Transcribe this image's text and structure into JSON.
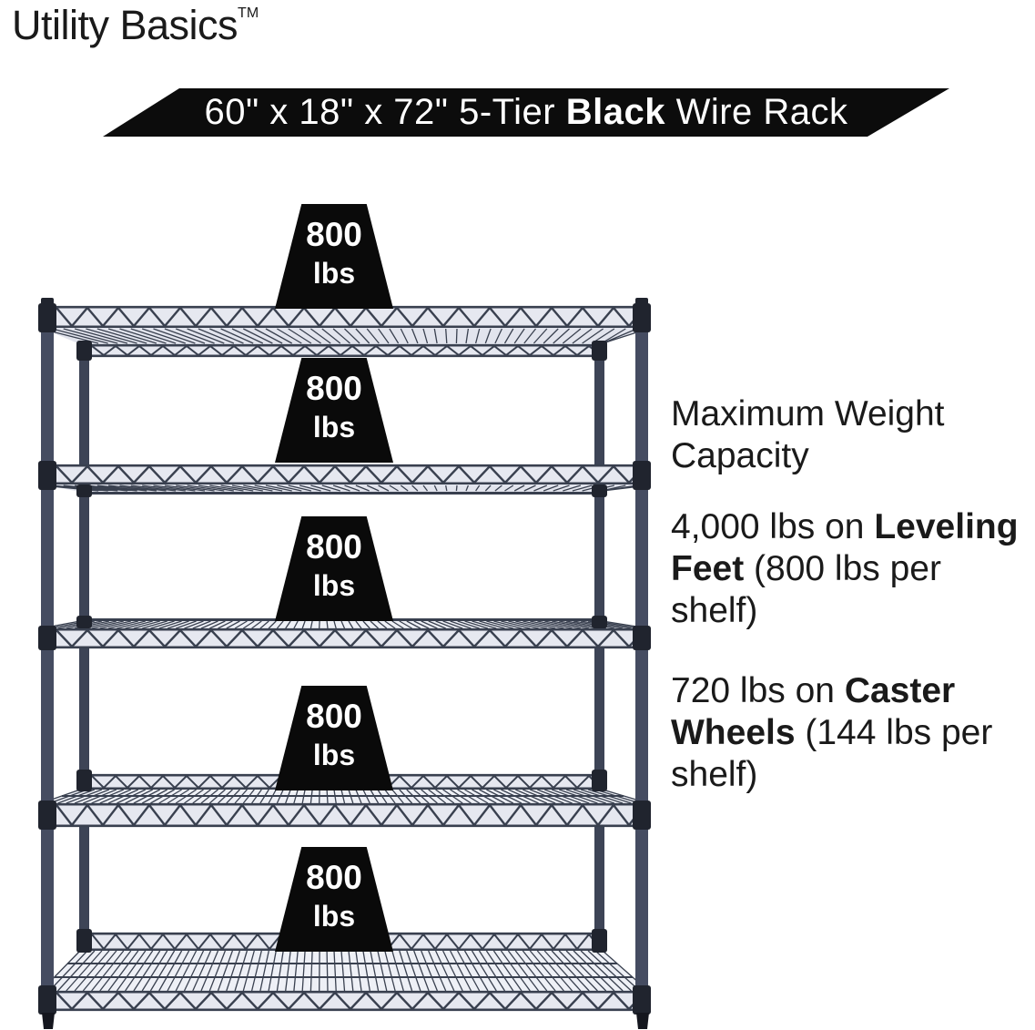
{
  "brand": {
    "name": "Utility Basics",
    "trademark": "TM"
  },
  "banner": {
    "prefix": "60\" x 18\" x 72\" 5-Tier ",
    "bold": "Black",
    "suffix": " Wire Rack"
  },
  "badge": {
    "value": "800",
    "unit": "lbs"
  },
  "info": {
    "heading": "Maximum Weight Capacity",
    "items": [
      {
        "prefix": "4,000 lbs on ",
        "bold": "Leveling Feet",
        "suffix": " (800 lbs per shelf)"
      },
      {
        "prefix": "720 lbs on ",
        "bold": "Caster Wheels",
        "suffix": " (144 lbs per shelf)"
      }
    ]
  },
  "rack": {
    "description": "5-tier black wire shelving rack",
    "tiers": 5
  },
  "colors": {
    "page-bg": "#ffffff",
    "text": "#1a1a1a",
    "banner-bg": "#0c0c0c",
    "banner-text": "#ffffff",
    "badge-bg": "#0a0a0a",
    "badge-text": "#ffffff",
    "rack-metal": "#454c61",
    "rack-metal-back": "#3d4456",
    "rack-collar": "#20242e",
    "rack-foot": "#14161e",
    "wire": "#39404f",
    "band-bg": "#e6e8f0",
    "mesh-bg": "#eef0f6",
    "hatch-bg": "#e2e4ed"
  }
}
